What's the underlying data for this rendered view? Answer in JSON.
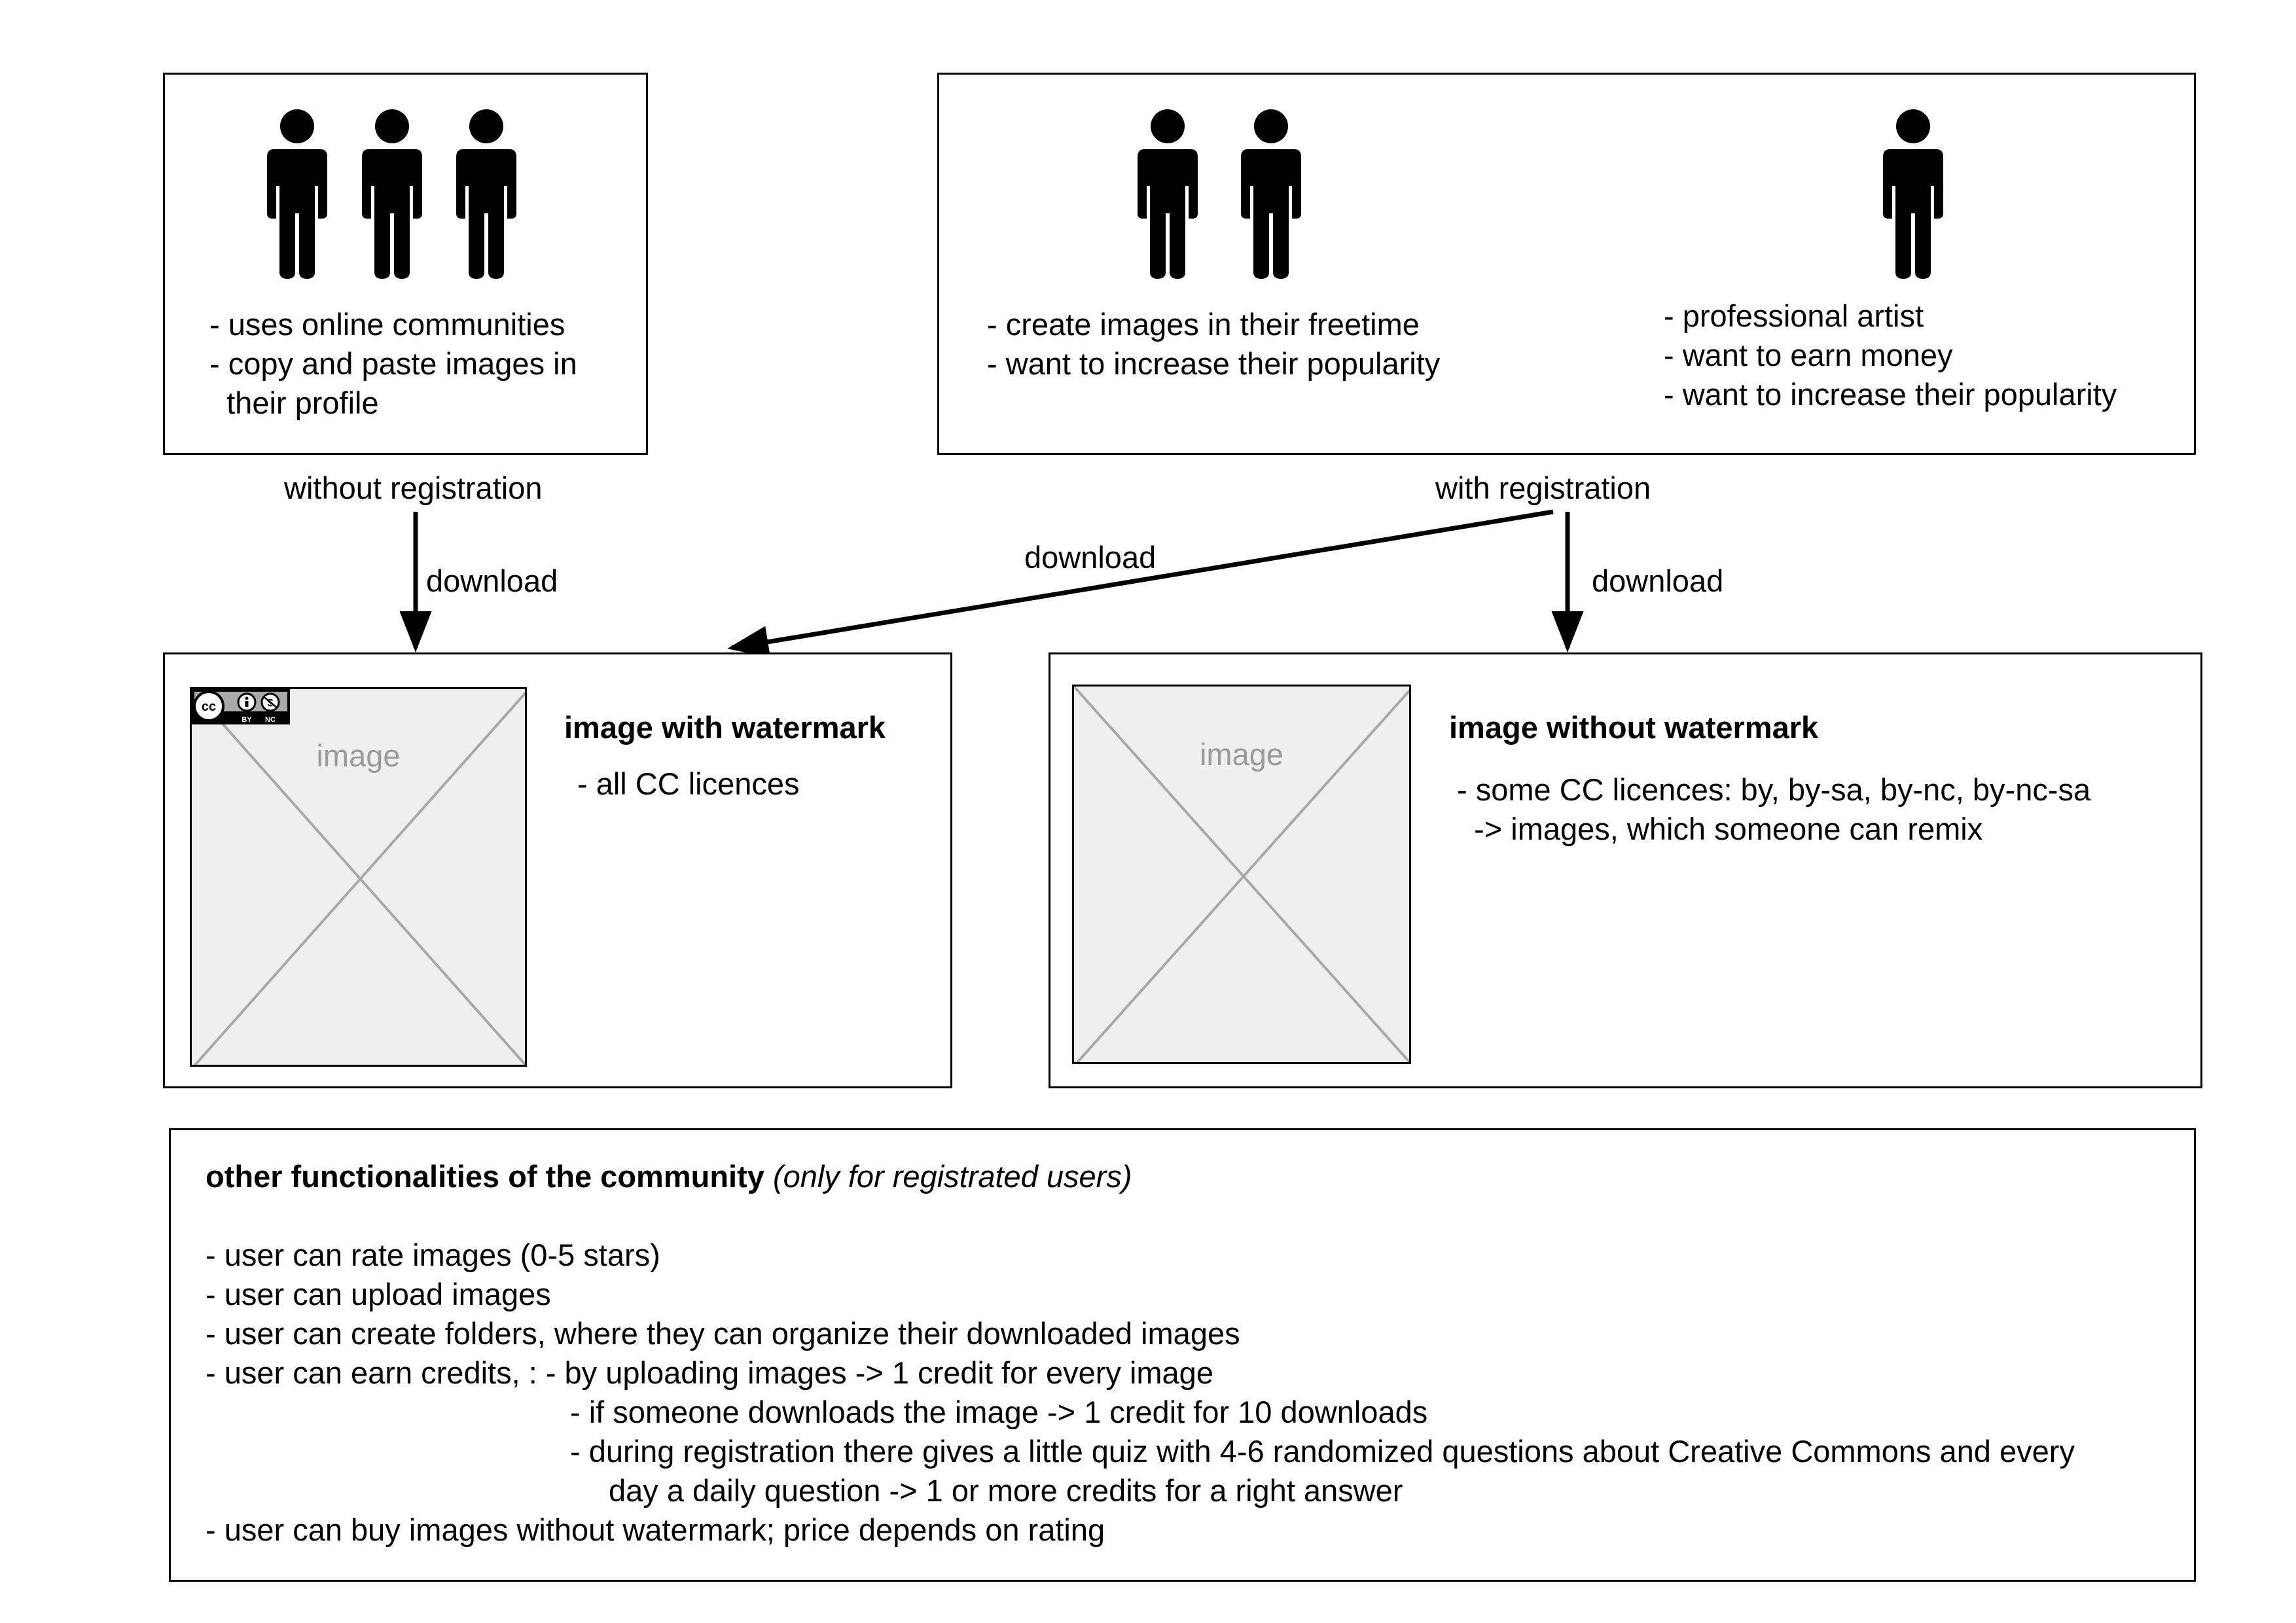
{
  "groups": {
    "visitors": {
      "lines": [
        "- uses online communities",
        "- copy and paste images in",
        "  their profile"
      ],
      "access_label": "without registration",
      "person_count": 3
    },
    "hobby_artists": {
      "lines": [
        "- create images in their freetime",
        "- want to increase their popularity"
      ],
      "person_count": 2
    },
    "professional_artist": {
      "lines": [
        "- professional artist",
        "- want to earn money",
        "- want to increase their popularity"
      ],
      "person_count": 1
    },
    "registered_access_label": "with registration"
  },
  "arrows": {
    "visitor_download": "download",
    "registered_to_watermark": "download",
    "registered_to_clean": "download"
  },
  "products": {
    "watermarked": {
      "placeholder": "image",
      "title": "image with watermark",
      "lines": [
        "- all CC licences"
      ],
      "badge": {
        "symbol": "cc",
        "labels": [
          "BY",
          "NC"
        ]
      }
    },
    "clean": {
      "placeholder": "image",
      "title": "image without watermark",
      "lines": [
        "- some CC licences: by, by-sa, by-nc, by-nc-sa",
        "  -> images, which someone can remix"
      ]
    }
  },
  "functions": {
    "title": "other functionalities of the community",
    "subtitle": "(only for registrated users)",
    "items": [
      "- user can rate images (0-5 stars)",
      "- user can upload images",
      "- user can create folders, where they can organize their downloaded images",
      "- user can earn credits, : - by uploading images -> 1 credit for every image",
      "- if someone downloads the image -> 1 credit for 10 downloads",
      "- during registration there gives a little quiz with 4-6 randomized questions about Creative Commons and every",
      "day a daily question -> 1 or more credits for a right answer",
      "- user can buy images without watermark; price depends on rating"
    ]
  },
  "colors": {
    "line": "#000000",
    "placeholder_bg": "#efefef",
    "placeholder_text": "#9a9a9a",
    "placeholder_cross": "#a8a8a8"
  }
}
